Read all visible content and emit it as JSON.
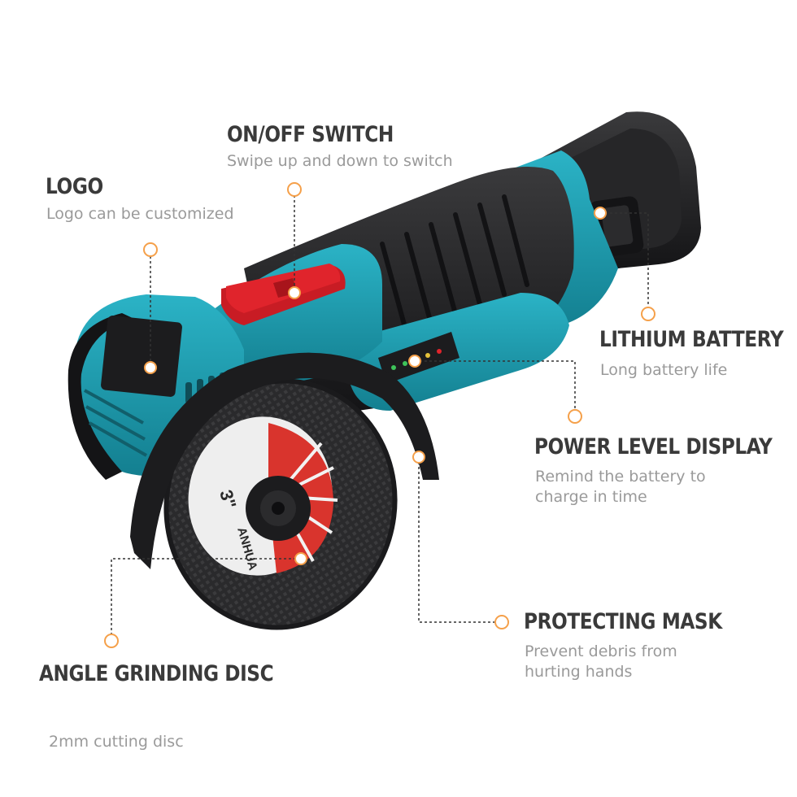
{
  "callouts": {
    "onoff": {
      "title": "ON/OFF SWITCH",
      "desc": "Swipe up and down to switch"
    },
    "logo": {
      "title": "LOGO",
      "desc": "Logo can be customized"
    },
    "battery": {
      "title": "LITHIUM BATTERY",
      "desc": "Long battery life"
    },
    "power": {
      "title": "POWER LEVEL DISPLAY",
      "desc_lines": [
        "Remind the battery to",
        "charge in time"
      ]
    },
    "mask": {
      "title": "PROTECTING MASK",
      "desc_lines": [
        "Prevent debris from",
        "hurting hands"
      ]
    },
    "disc": {
      "title": "ANGLE GRINDING DISC",
      "desc": "2mm cutting disc"
    }
  },
  "disc_print": {
    "size": "3\"",
    "brand": "ANHUA"
  },
  "colors": {
    "teal": "#1f9db0",
    "black": "#1c1c1e",
    "red": "#e0242c",
    "marker": "#f5a04a",
    "title_text": "#3a3a3a",
    "desc_text": "#9a9a9a"
  }
}
